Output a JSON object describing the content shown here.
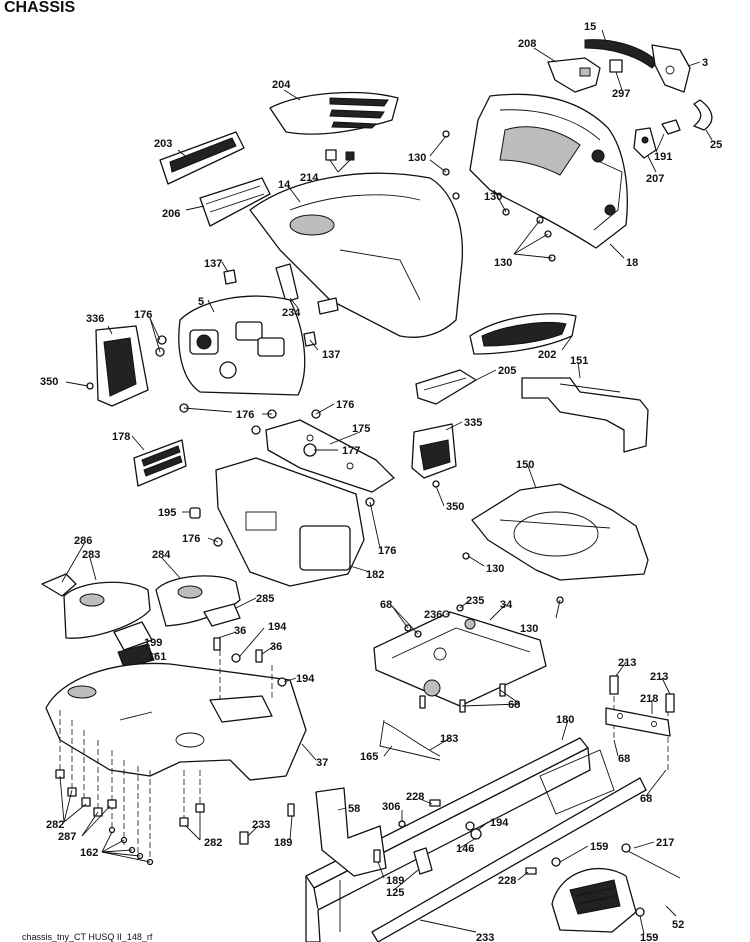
{
  "header": {
    "title": "CHASSIS"
  },
  "footer": {
    "code": "chassis_tny_CT HUSQ II_148_rf"
  },
  "labels": [
    "15",
    "208",
    "3",
    "297",
    "204",
    "25",
    "203",
    "191",
    "207",
    "130",
    "214",
    "14",
    "130",
    "206",
    "130",
    "18",
    "137",
    "5",
    "336",
    "176",
    "234",
    "137",
    "202",
    "151",
    "350",
    "205",
    "176",
    "176",
    "178",
    "175",
    "177",
    "335",
    "150",
    "350",
    "195",
    "176",
    "176",
    "182",
    "130",
    "286",
    "283",
    "284",
    "285",
    "68",
    "235",
    "236",
    "34",
    "199",
    "36",
    "194",
    "161",
    "36",
    "194",
    "130",
    "213",
    "213",
    "218",
    "68",
    "180",
    "183",
    "165",
    "37",
    "68",
    "68",
    "282",
    "228",
    "306",
    "58",
    "194",
    "287",
    "282",
    "233",
    "189",
    "146",
    "159",
    "217",
    "162",
    "189",
    "125",
    "228",
    "52",
    "233",
    "159"
  ]
}
